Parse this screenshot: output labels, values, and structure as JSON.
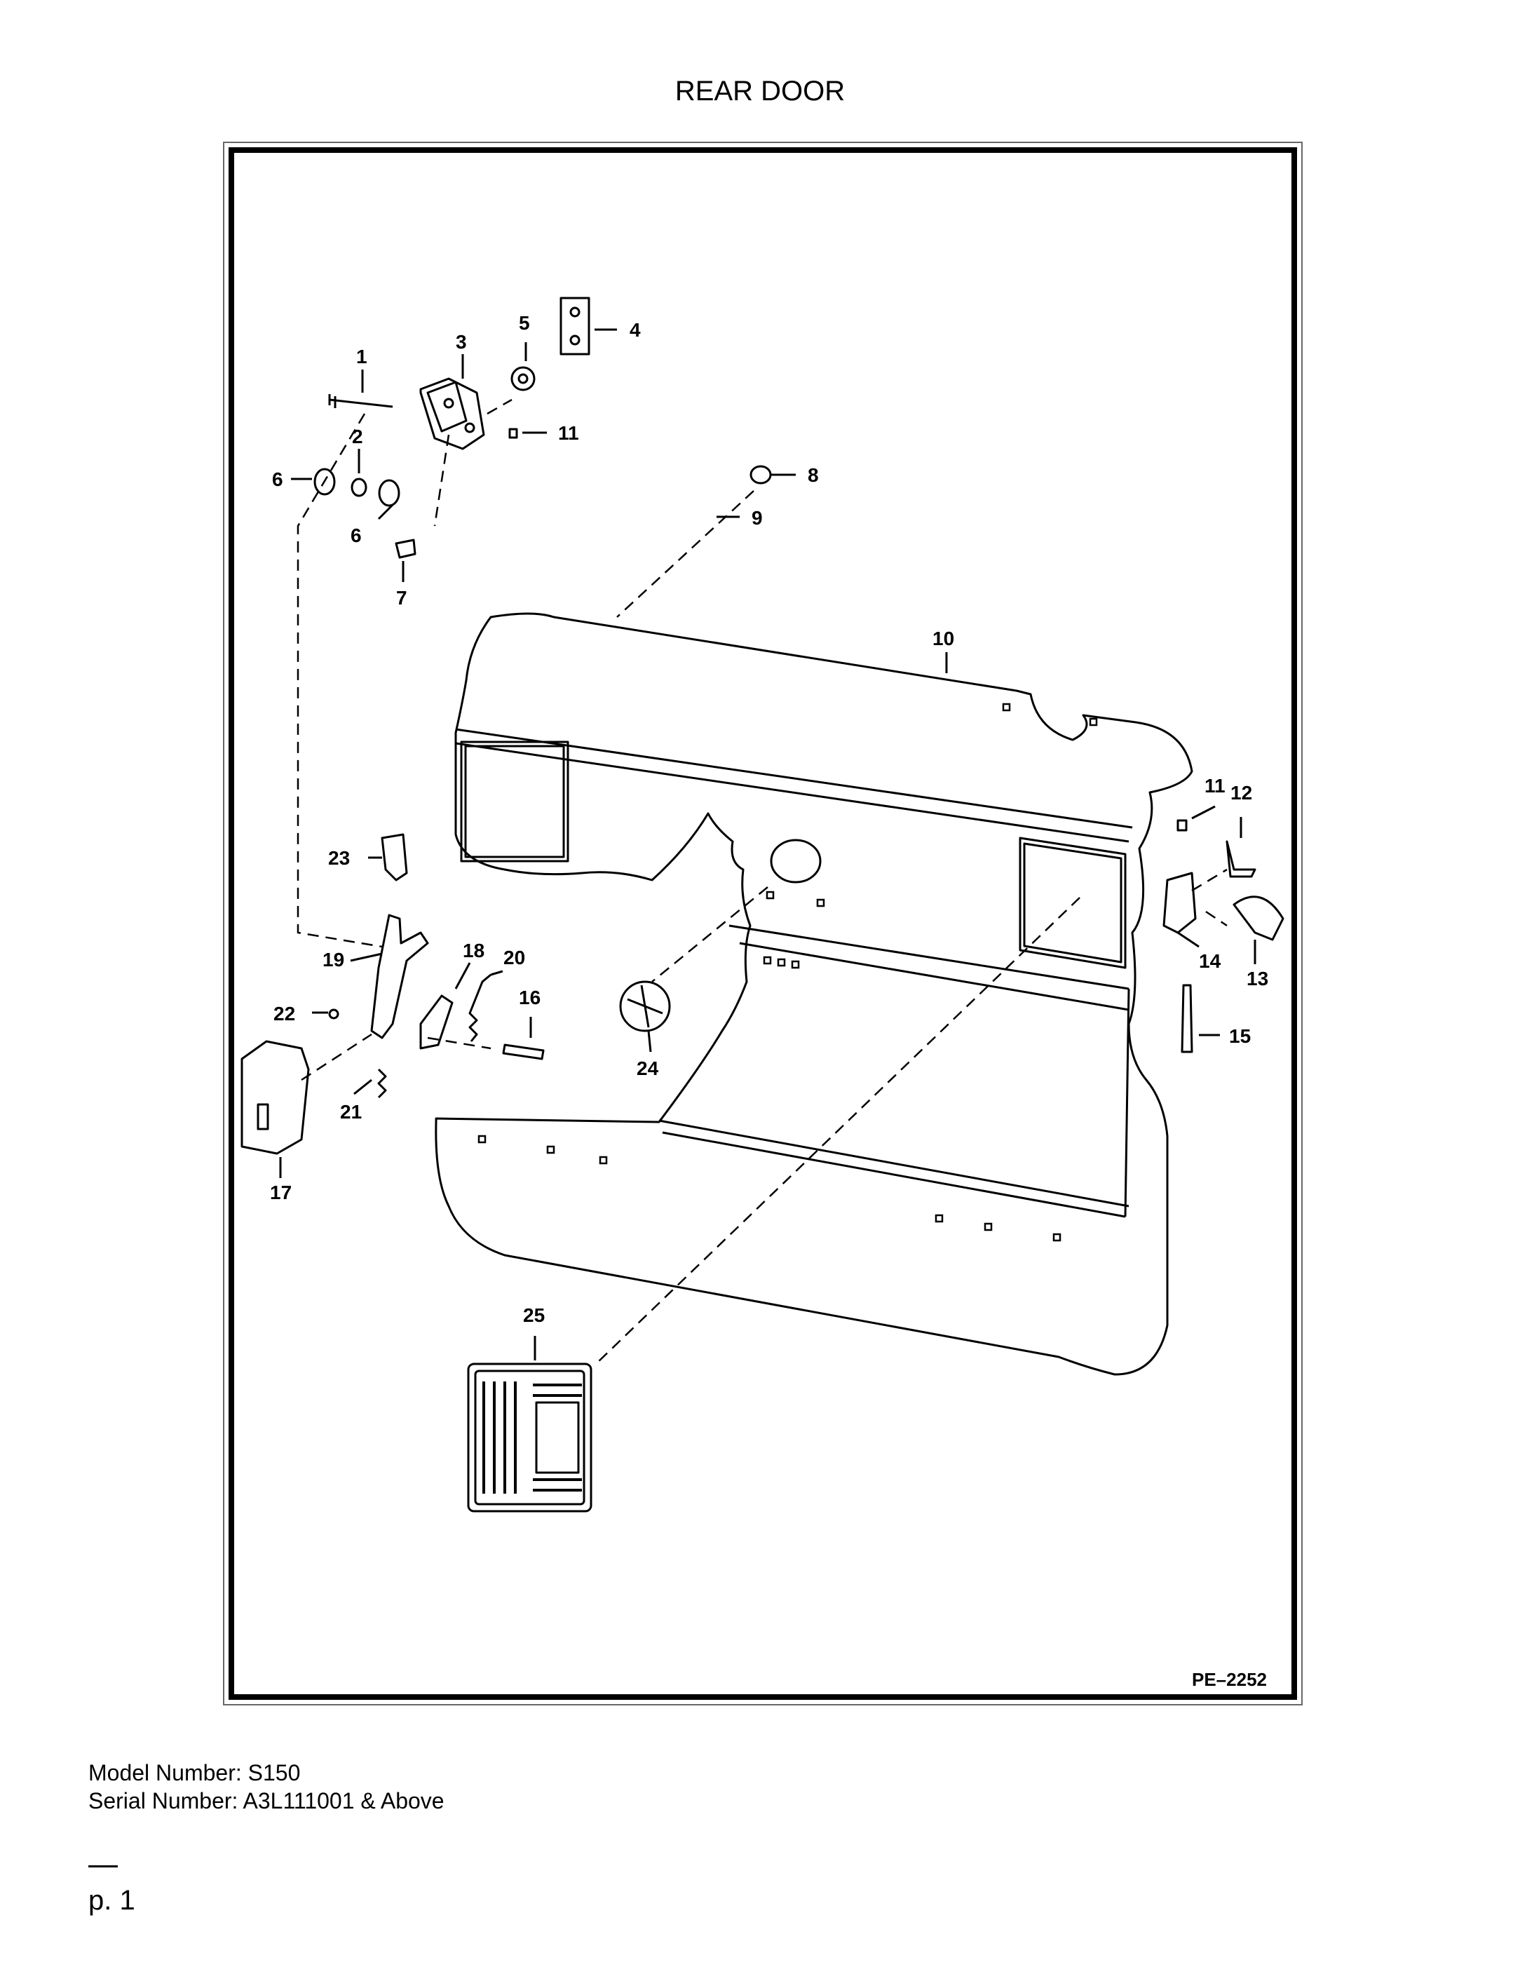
{
  "page": {
    "title": "REAR DOOR",
    "drawing_code": "PE–2252",
    "model_line": "Model Number: S150",
    "serial_line": "Serial Number: A3L111001 & Above",
    "page_number": "p. 1"
  },
  "diagram": {
    "callouts": [
      "1",
      "2",
      "3",
      "4",
      "5",
      "6",
      "6",
      "7",
      "8",
      "9",
      "10",
      "11",
      "11",
      "12",
      "13",
      "14",
      "15",
      "16",
      "17",
      "18",
      "19",
      "20",
      "21",
      "22",
      "23",
      "24",
      "25"
    ]
  }
}
